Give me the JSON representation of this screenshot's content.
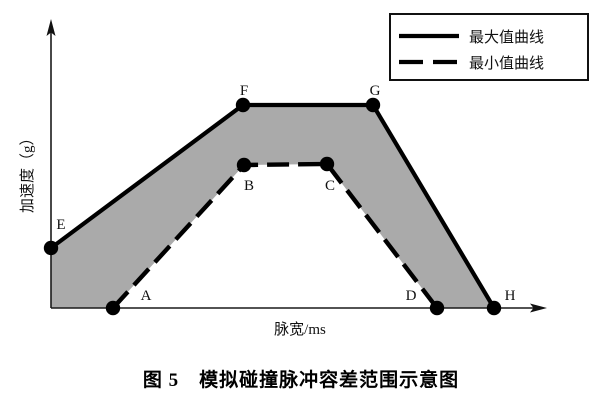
{
  "figure": {
    "caption": "图 5　模拟碰撞脉冲容差范围示意图",
    "caption_number": "图 5",
    "caption_title": "模拟碰撞脉冲容差范围示意图"
  },
  "axes": {
    "y_label": "加速度（g）",
    "x_label": "脉宽/ms"
  },
  "legend": {
    "items": [
      {
        "label": "最大值曲线",
        "style": "solid",
        "color": "#000000"
      },
      {
        "label": "最小值曲线",
        "style": "dashed",
        "color": "#000000"
      }
    ]
  },
  "point_labels": {
    "A": "A",
    "B": "B",
    "C": "C",
    "D": "D",
    "E": "E",
    "F": "F",
    "G": "G",
    "H": "H"
  },
  "colors": {
    "curve": "#000000",
    "band_fill": "#AAAAAA",
    "axis": "#1a1a1a",
    "background": "#FFFFFF"
  },
  "chart_data": {
    "type": "line",
    "title": "模拟碰撞脉冲容差范围示意图",
    "xlabel": "脉宽/ms",
    "ylabel": "加速度（g）",
    "grid": false,
    "legend_position": "top-right",
    "axis_ranges": {
      "xlim": [
        0,
        1
      ],
      "ylim": [
        0,
        1
      ]
    },
    "annotations": [
      {
        "text": "A",
        "point": "A",
        "position": "right-above"
      },
      {
        "text": "B",
        "point": "B",
        "position": "below"
      },
      {
        "text": "C",
        "point": "C",
        "position": "below"
      },
      {
        "text": "D",
        "point": "D",
        "position": "left-above"
      },
      {
        "text": "E",
        "point": "E",
        "position": "above"
      },
      {
        "text": "F",
        "point": "F",
        "position": "above"
      },
      {
        "text": "G",
        "point": "G",
        "position": "above"
      },
      {
        "text": "H",
        "point": "H",
        "position": "right-above"
      }
    ],
    "series": [
      {
        "name": "最大值曲线",
        "style": "solid",
        "points": [
          {
            "label": "E",
            "x": 0.0,
            "y": 0.211
          },
          {
            "label": "F",
            "x": 0.389,
            "y": 0.713
          },
          {
            "label": "G",
            "x": 0.652,
            "y": 0.713
          },
          {
            "label": "H",
            "x": 0.897,
            "y": 0.0
          }
        ]
      },
      {
        "name": "最小值曲线",
        "style": "dashed",
        "points": [
          {
            "label": "A",
            "x": 0.14,
            "y": 0.0
          },
          {
            "label": "B",
            "x": 0.391,
            "y": 0.502
          },
          {
            "label": "C",
            "x": 0.559,
            "y": 0.506
          },
          {
            "label": "D",
            "x": 0.781,
            "y": 0.0
          }
        ]
      }
    ],
    "shaded_band": {
      "description": "容差范围 — area between 最大值曲线 and 最小值曲线",
      "fill": "#AAAAAA"
    }
  }
}
